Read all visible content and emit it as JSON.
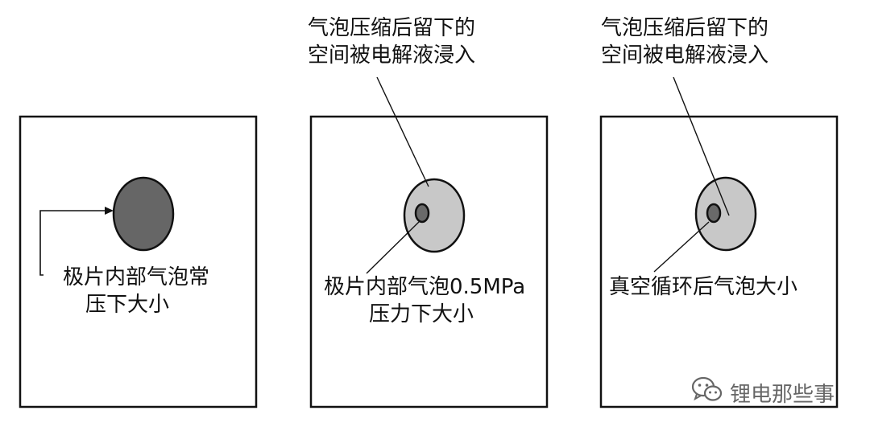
{
  "panels": [
    {
      "label_bottom": [
        "极片内部气泡常",
        "压下大小"
      ],
      "bubble_state": "normal-pressure"
    },
    {
      "label_top": [
        "气泡压缩后留下的",
        "空间被电解液浸入"
      ],
      "label_bottom": [
        "极片内部气泡0.5MPa",
        "压力下大小"
      ],
      "bubble_state": "compressed"
    },
    {
      "label_top": [
        "气泡压缩后留下的",
        "空间被电解液浸入"
      ],
      "label_bottom": [
        "真空循环后气泡大小"
      ],
      "bubble_state": "after-vacuum-cycle"
    }
  ],
  "watermark": {
    "text": "锂电那些事",
    "icon": "wechat-icon"
  },
  "colors": {
    "line": "#111111",
    "bubble_dark": "#666666",
    "bubble_light": "#c8c8c8",
    "bubble_core": "#6a6a6a",
    "watermark": "#666666"
  }
}
